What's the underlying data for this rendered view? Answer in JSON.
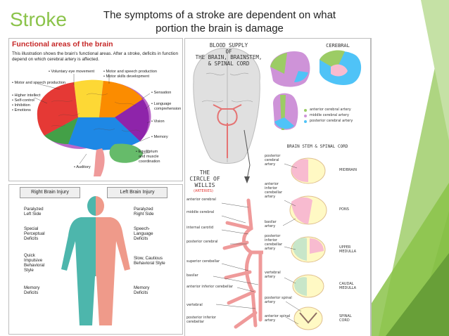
{
  "slide": {
    "title": "Stroke",
    "subtitle": "The symptoms of a stroke are dependent on what portion the brain is damage",
    "accent_color": "#8bc34a"
  },
  "functional_areas": {
    "heading": "Functional areas of the brain",
    "description": "This illustration shows the brain's functional areas. After a stroke, deficits in function depend on which cerebral artery is affected.",
    "labels": {
      "voluntary_eye": "• Voluntary eye movement",
      "motor_speech_prod": "• Motor and speech production",
      "motor_skills": "• Motor skills development",
      "motor_speech_left": "• Motor and speech production",
      "higher_intellect": "• Higher intellect",
      "self_control": "• Self-control",
      "inhibition": "• Inhibition",
      "emotions": "• Emotions",
      "sensation": "• Sensation",
      "language": "• Language",
      "comprehension": "comprehension",
      "vision": "• Vision",
      "memory": "• Memory",
      "equilibrium": "• Equilibrium",
      "and_muscle": "and muscle",
      "coordination": "coordination",
      "auditory": "• Auditory"
    }
  },
  "injury": {
    "right_title": "Right Brain Injury",
    "left_title": "Left Brain Injury",
    "right": {
      "paralyzed": "Paralyzed\nLeft Side",
      "perceptual": "Special\nPerceptual\nDeficits",
      "behavioral": "Quick\nImpulsive\nBehavioral\nStyle",
      "memory": "Memory\nDeficits"
    },
    "left": {
      "paralyzed": "Paralyzed\nRight Side",
      "speech": "Speech-\nLanguage\nDeficits",
      "behavioral": "Slow, Cautious\nBehavioral Style",
      "memory": "Memory\nDeficits"
    },
    "colors": {
      "right_side": "#4db6ac",
      "left_side": "#ef9a8a"
    }
  },
  "blood_supply": {
    "title": "BLOOD SUPPLY\nOF\nTHE BRAIN, BRAINSTEM,\n& SPINAL CORD",
    "circle_title": "THE\nCIRCLE OF\nWILLIS",
    "circle_sub": "(ARTERIES)",
    "arteries": {
      "anterior_cerebral": "anterior cerebral",
      "middle_cerebral": "middle cerebral",
      "internal_carotid": "internal carotid",
      "posterior_cerebral": "posterior cerebral",
      "superior_cerebellar": "superior cerebellar",
      "basilar": "basilar",
      "anterior_inferior": "anterior inferior cerebellar",
      "vertebral": "vertebral",
      "posterior_inferior": "posterior inferior cerebellar"
    }
  },
  "cerebral": {
    "title": "CEREBRAL",
    "legend": [
      {
        "label": "anterior cerebral artery",
        "color": "#9ccc65"
      },
      {
        "label": "middle cerebral artery",
        "color": "#ce93d8"
      },
      {
        "label": "posterior cerebral artery",
        "color": "#4fc3f7"
      }
    ]
  },
  "brainstem": {
    "title": "BRAIN STEM & SPINAL CORD",
    "levels": [
      "MIDBRAIN",
      "PONS",
      "UPPER\nMEDULLA",
      "CAUDAL\nMEDULLA",
      "SPINAL\nCORD"
    ],
    "left_labels": {
      "posterior_cerebral": "posterior\ncerebral\nartery",
      "anterior_inferior": "anterior\ninferior\ncerebellar\nartery",
      "basilar": "basilar\nartery",
      "posterior_inferior": "posterior\ninferior\ncerebellar\nartery",
      "vertebral": "vertebral\nartery",
      "posterior_spinal": "posterior spinal\nartery",
      "anterior_spinal": "anterior spinal\nartery"
    }
  }
}
